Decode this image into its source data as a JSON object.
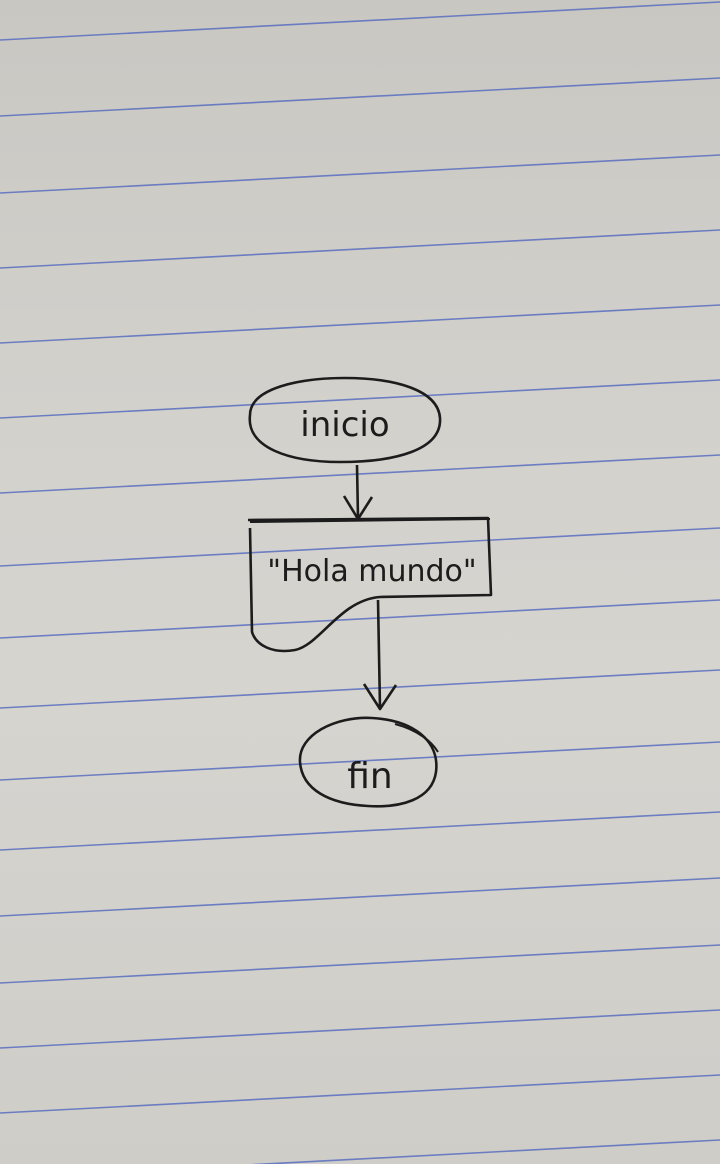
{
  "diagram": {
    "type": "flowchart",
    "medium": "handwritten on lined notebook paper",
    "nodes": [
      {
        "id": "start",
        "shape": "terminal-oval",
        "label": "inicio"
      },
      {
        "id": "output",
        "shape": "document",
        "label": "\"Hola mundo\""
      },
      {
        "id": "end",
        "shape": "terminal-oval",
        "label": "fin"
      }
    ],
    "edges": [
      {
        "from": "start",
        "to": "output"
      },
      {
        "from": "output",
        "to": "end"
      }
    ]
  },
  "colors": {
    "paper": "#d3d1cc",
    "rule_line": "#5a6fc0",
    "ink": "#1c1c1c"
  }
}
